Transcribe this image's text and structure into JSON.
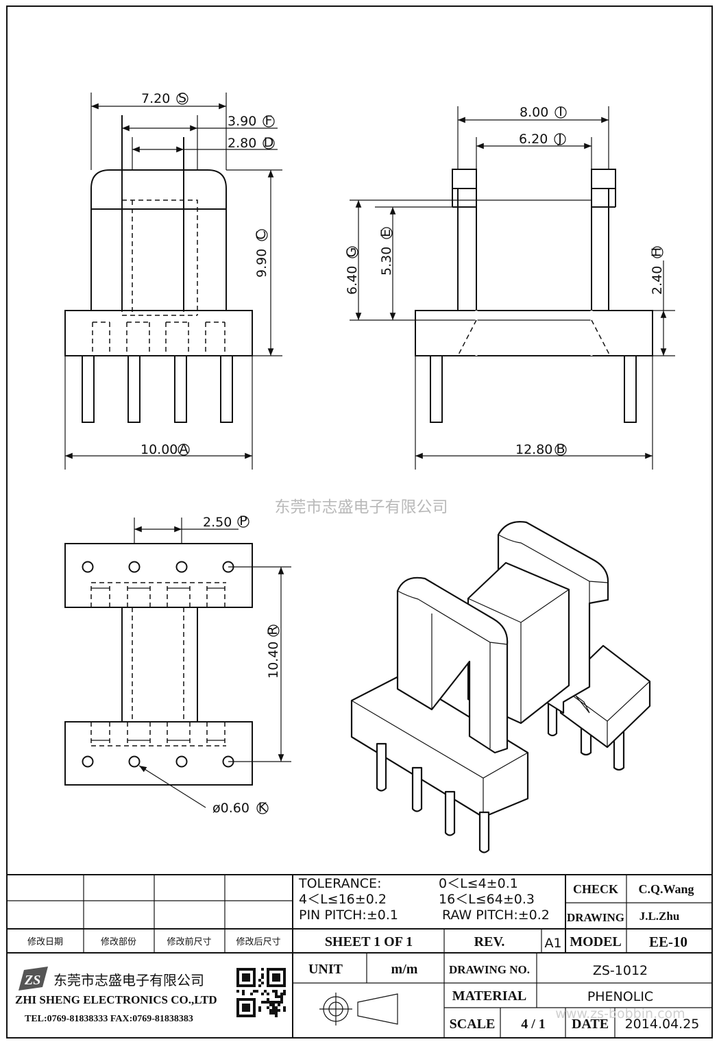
{
  "company": {
    "watermark_cn": "东莞市志盛电子有限公司",
    "name_cn": "东莞市志盛电子有限公司",
    "name_en": "ZHI SHENG ELECTRONICS CO.,LTD",
    "contact": "TEL:0769-81838333 FAX:0769-81838383",
    "logo_text": "ZS",
    "website_watermark": "www.zs-bobbin.com"
  },
  "dimensions": {
    "front_width": "10.00",
    "front_width_tag": "A",
    "front_height": "9.90",
    "front_height_tag": "C",
    "top_width": "7.20",
    "top_width_tag": "S",
    "inner_width": "3.90",
    "inner_width_tag": "F",
    "core_width": "2.80",
    "core_width_tag": "D",
    "side_width": "12.80",
    "side_width_tag": "B",
    "flange_outer": "8.00",
    "flange_outer_tag": "I",
    "flange_inner": "6.20",
    "flange_inner_tag": "J",
    "side_height": "6.40",
    "side_height_tag": "G",
    "window_height": "5.30",
    "window_height_tag": "E",
    "base_height": "2.40",
    "base_height_tag": "H",
    "pin_pitch": "2.50",
    "pin_pitch_tag": "P",
    "pin_span": "10.40",
    "pin_span_tag": "R",
    "pin_dia": "ø0.60",
    "pin_dia_tag": "K"
  },
  "title_block": {
    "tolerance_label": "TOLERANCE:",
    "tol_1": "0＜L≤4±0.1",
    "tol_2": "4＜L≤16±0.2",
    "tol_3": "16＜L≤64±0.3",
    "pin_pitch_tol": "PIN PITCH:±0.1",
    "raw_pitch_tol": "RAW PITCH:±0.2",
    "rev_headers": [
      "修改日期",
      "修改部份",
      "修改前尺寸",
      "修改后尺寸"
    ],
    "sheet": "SHEET  1  OF  1",
    "rev_label": "REV.",
    "rev_value": "A1",
    "check_label": "CHECK",
    "check_value": "C.Q.Wang",
    "drawing_label": "DRAWING",
    "drawing_value": "J.L.Zhu",
    "model_label": "MODEL",
    "model_value": "EE-10",
    "unit_label": "UNIT",
    "unit_value": "m/m",
    "drawing_no_label": "DRAWING  NO.",
    "drawing_no_value": "ZS-1012",
    "material_label": "MATERIAL",
    "material_value": "PHENOLIC",
    "scale_label": "SCALE",
    "scale_value": "4  /  1",
    "date_label": "DATE",
    "date_value": "2014.04.25"
  }
}
